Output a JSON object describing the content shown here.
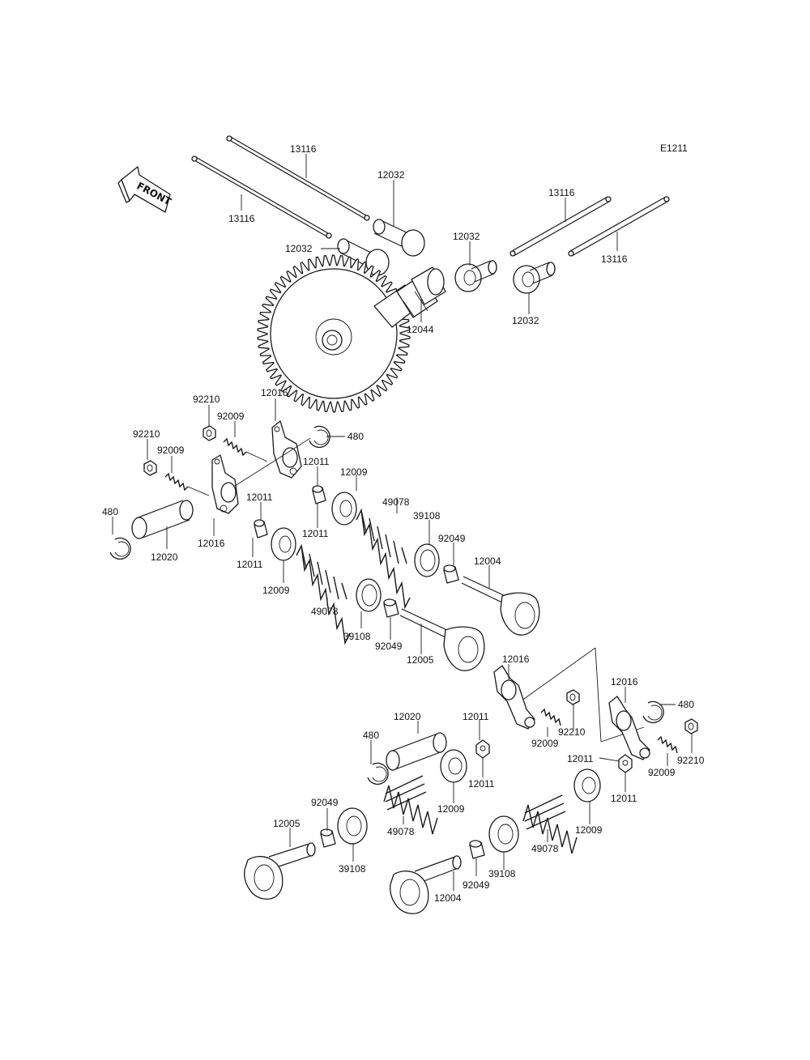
{
  "diagram_code": "E1211",
  "front_label": "FRONT",
  "labels": {
    "pushrod_a": "13116",
    "pushrod_b": "13116",
    "pushrod_c": "13116",
    "pushrod_d": "13116",
    "tappet_a": "12032",
    "tappet_b": "12032",
    "tappet_c": "12032",
    "tappet_d": "12032",
    "camshaft": "12044",
    "nut_ul1": "92210",
    "nut_ul2": "92210",
    "screw_ul1": "92009",
    "screw_ul2": "92009",
    "rocker_ul1": "12016",
    "rocker_ul2": "12016",
    "circlip_ul1": "480",
    "circlip_ul2": "480",
    "shaft_ul": "12020",
    "collar_u1": "12011",
    "collar_u2": "12011",
    "collar_u3": "12011",
    "collar_u4": "12011",
    "retainer_u1": "12009",
    "retainer_u2": "12009",
    "spring_u1": "49078",
    "spring_u2": "49078",
    "seat_u1": "39108",
    "seat_u2": "39108",
    "seal_u1": "92049",
    "seal_u2": "92049",
    "valve_u_intake": "12004",
    "valve_u_exhaust": "12005",
    "rocker_lr1": "12016",
    "rocker_lr2": "12016",
    "circlip_lr1": "480",
    "circlip_lr2": "480",
    "shaft_lr": "12020",
    "collar_l1": "12011",
    "collar_l2": "12011",
    "collar_l3": "12011",
    "collar_l4": "12011",
    "screw_lr1": "92009",
    "screw_lr2": "92009",
    "nut_lr1": "92210",
    "nut_lr2": "92210",
    "retainer_l1": "12009",
    "retainer_l2": "12009",
    "spring_l1": "49078",
    "spring_l2": "49078",
    "seat_l1": "39108",
    "seat_l2": "39108",
    "seal_l1": "92049",
    "seal_l2": "92049",
    "valve_l_exhaust": "12005",
    "valve_l_intake": "12004"
  }
}
